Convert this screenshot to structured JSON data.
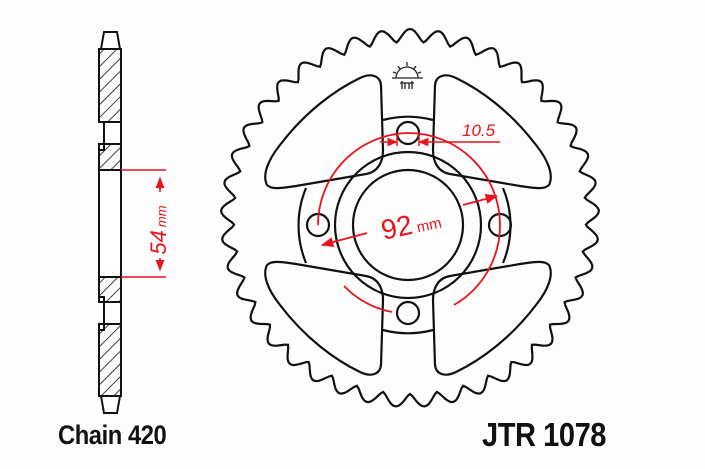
{
  "labels": {
    "chain": "Chain 420",
    "part_number": "JTR 1078"
  },
  "dimensions": {
    "hub_width": "54",
    "hub_width_unit": "mm",
    "bolt_circle": "92",
    "bolt_circle_unit": "mm",
    "bolt_hole": "10.5"
  },
  "sprocket": {
    "teeth": 41,
    "bolt_holes": 4,
    "lightening_cutouts": 4
  },
  "icons": {
    "logo": "sun-logo-icon"
  },
  "colors": {
    "outline": "#111111",
    "dimension": "#e8141b",
    "background": "#fdfdfd"
  }
}
